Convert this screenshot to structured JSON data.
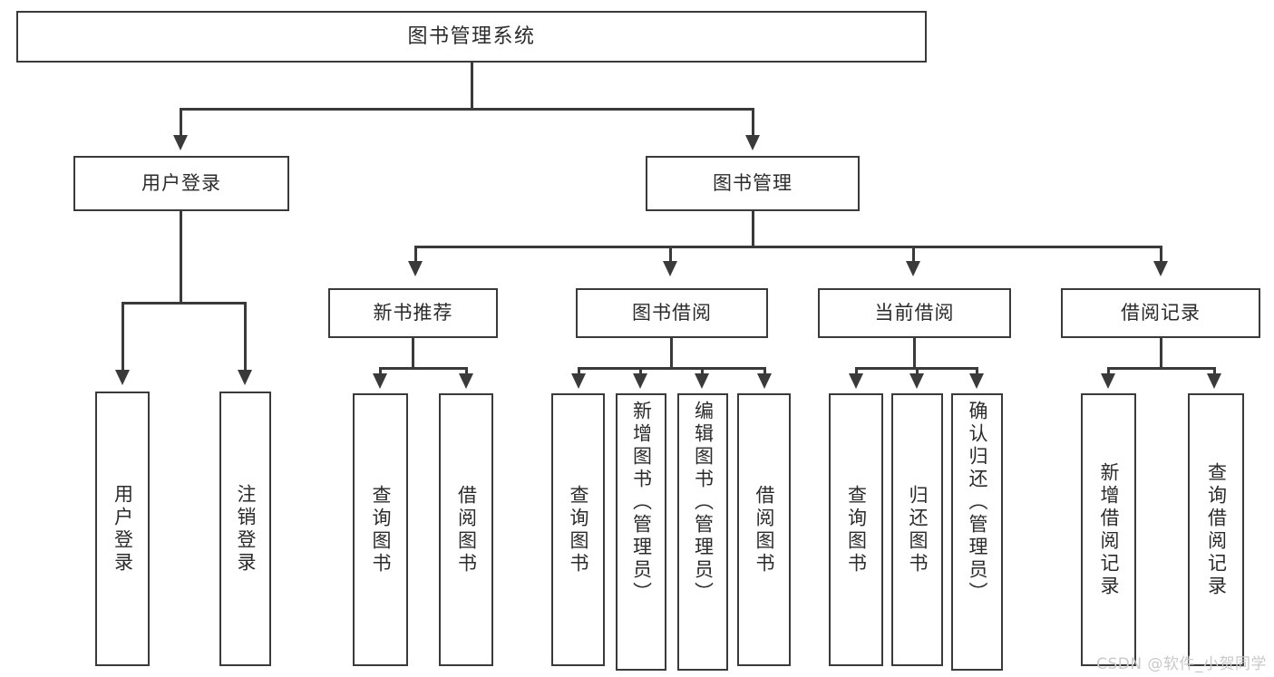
{
  "diagram": {
    "title": "图书管理系统",
    "type": "tree-hierarchy-chart",
    "colors": {
      "box_border": "#3a3a3a",
      "box_fill": "#ffffff",
      "connector": "#3a3a3a",
      "text": "#2b2b2b",
      "watermark": "#c9c9c9"
    },
    "root": {
      "label": "图书管理系统"
    },
    "level1": [
      {
        "label": "用户登录"
      },
      {
        "label": "图书管理"
      }
    ],
    "level2": [
      {
        "label": "新书推荐"
      },
      {
        "label": "图书借阅"
      },
      {
        "label": "当前借阅"
      },
      {
        "label": "借阅记录"
      }
    ],
    "leaves": {
      "user_login": [
        {
          "label": "用户登录"
        },
        {
          "label": "注销登录"
        }
      ],
      "new_book_recommend": [
        {
          "label": "查询图书"
        },
        {
          "label": "借阅图书"
        }
      ],
      "book_borrow": [
        {
          "label": "查询图书"
        },
        {
          "label": "新增图书（管理员）"
        },
        {
          "label": "编辑图书（管理员）"
        },
        {
          "label": "借阅图书"
        }
      ],
      "current_borrow": [
        {
          "label": "查询图书"
        },
        {
          "label": "归还图书"
        },
        {
          "label": "确认归还（管理员）"
        }
      ],
      "borrow_record": [
        {
          "label": "新增借阅记录"
        },
        {
          "label": "查询借阅记录"
        }
      ]
    }
  },
  "watermark": {
    "text": "CSDN @软件_小贺同学"
  }
}
